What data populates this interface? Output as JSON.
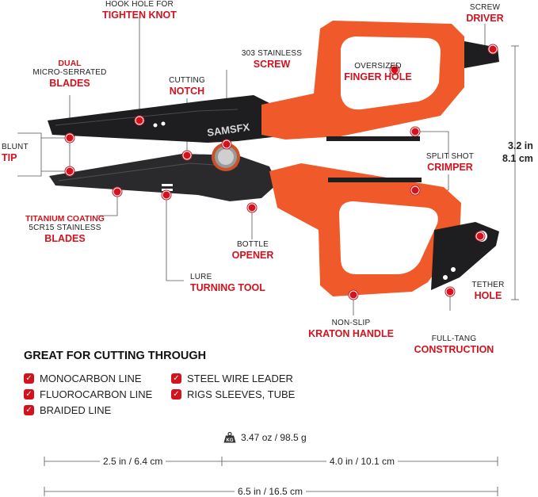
{
  "callouts": {
    "hook_hole": {
      "small": "HOOK HOLE FOR",
      "big": "TIGHTEN KNOT"
    },
    "screw_driver": {
      "small": "SCREW",
      "big": "DRIVER"
    },
    "dual_blades": {
      "small_top": "DUAL",
      "small": "MICRO-SERRATED",
      "big": "BLADES"
    },
    "stainless_screw": {
      "small": "303 STAINLESS",
      "big": "SCREW"
    },
    "finger_hole": {
      "small": "OVERSIZED",
      "big": "FINGER HOLE"
    },
    "cutting_notch": {
      "small": "CUTTING",
      "big": "NOTCH"
    },
    "blunt_tip": {
      "small": "BLUNT",
      "big": "TIP"
    },
    "crimper": {
      "small": "SPLIT SHOT",
      "big": "CRIMPER"
    },
    "titanium_blades": {
      "big_top": "TITANIUM COATING",
      "small": "5CR15 STAINLESS",
      "big": "BLADES"
    },
    "bottle_opener": {
      "small": "BOTTLE",
      "big": "OPENER"
    },
    "lure_tool": {
      "small": "LURE",
      "big": "TURNING TOOL"
    },
    "tether_hole": {
      "small": "TETHER",
      "big": "HOLE"
    },
    "kraton_handle": {
      "small": "NON-SLIP",
      "big": "KRATON HANDLE"
    },
    "full_tang": {
      "small": "FULL-TANG",
      "big": "CONSTRUCTION"
    }
  },
  "brand": "SAMSFX",
  "height_dim": {
    "line1": "3.2 in",
    "line2": "8.1 cm"
  },
  "features": {
    "heading": "GREAT FOR CUTTING THROUGH",
    "items": [
      "MONOCARBON LINE",
      "STEEL WIRE LEADER",
      "FLUOROCARBON LINE",
      "RIGS SLEEVES, TUBE",
      "BRAIDED LINE"
    ],
    "check_glyph": "✓"
  },
  "weight": {
    "icon": "kg-weight-icon",
    "icon_text": "KG",
    "text": "3.47 oz / 98.5 g"
  },
  "dimensions": {
    "blade_length": "2.5 in / 6.4 cm",
    "handle_length": "4.0 in /  10.1 cm",
    "total_length": "6.5 in /  16.5 cm"
  },
  "colors": {
    "accent": "#d3121e",
    "handle": "#f05a2a",
    "steel": "#1e1e20"
  }
}
